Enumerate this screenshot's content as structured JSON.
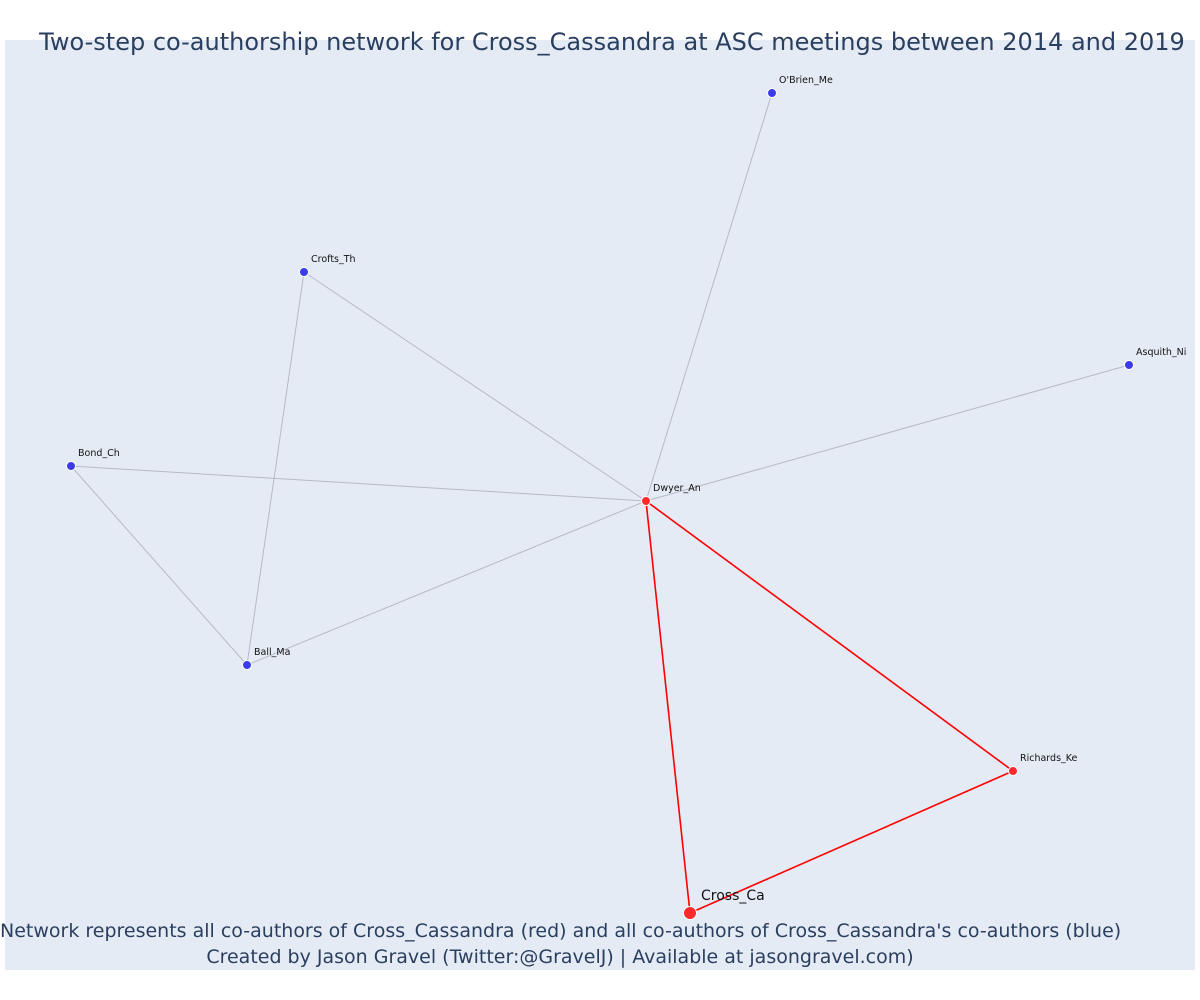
{
  "title": "Two-step co-authorship network for Cross_Cassandra at ASC meetings between 2014 and 2019",
  "caption": {
    "line1": "Network represents all co-authors of Cross_Cassandra (red) and all co-authors of Cross_Cassandra's co-authors (blue)",
    "line2": "Created by Jason Gravel (Twitter:@GravelJ) | Available at jasongravel.com)"
  },
  "colors": {
    "background": "#e5ebf5",
    "first_step": "#ff2b2b",
    "second_step": "#3b3bea",
    "edge_first": "#ff0000",
    "edge_second": "#b7b9c6"
  },
  "nodes": [
    {
      "id": "Cross_Ca",
      "group": "focal"
    },
    {
      "id": "Dwyer_An",
      "group": "first"
    },
    {
      "id": "Richards_Ke",
      "group": "first"
    },
    {
      "id": "O'Brien_Me",
      "group": "second"
    },
    {
      "id": "Crofts_Th",
      "group": "second"
    },
    {
      "id": "Asquith_Ni",
      "group": "second"
    },
    {
      "id": "Bond_Ch",
      "group": "second"
    },
    {
      "id": "Ball_Ma",
      "group": "second"
    }
  ],
  "edges": [
    {
      "source": "Cross_Ca",
      "target": "Dwyer_An",
      "type": "first"
    },
    {
      "source": "Cross_Ca",
      "target": "Richards_Ke",
      "type": "first"
    },
    {
      "source": "Dwyer_An",
      "target": "Richards_Ke",
      "type": "first"
    },
    {
      "source": "Dwyer_An",
      "target": "O'Brien_Me",
      "type": "second"
    },
    {
      "source": "Dwyer_An",
      "target": "Crofts_Th",
      "type": "second"
    },
    {
      "source": "Dwyer_An",
      "target": "Asquith_Ni",
      "type": "second"
    },
    {
      "source": "Dwyer_An",
      "target": "Bond_Ch",
      "type": "second"
    },
    {
      "source": "Dwyer_An",
      "target": "Ball_Ma",
      "type": "second"
    },
    {
      "source": "Crofts_Th",
      "target": "Ball_Ma",
      "type": "second"
    },
    {
      "source": "Bond_Ch",
      "target": "Ball_Ma",
      "type": "second"
    }
  ]
}
